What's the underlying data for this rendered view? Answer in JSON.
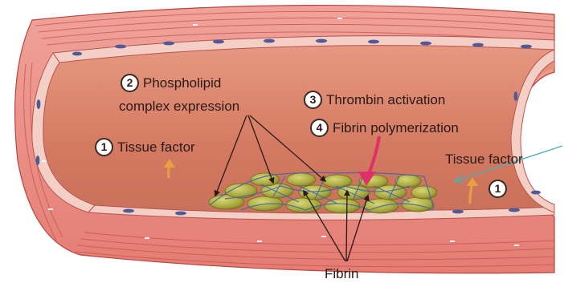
{
  "labels": {
    "phospholipid": {
      "num": "2",
      "line1": "Phospholipid",
      "line2": "complex expression"
    },
    "thrombin": {
      "num": "3",
      "text": "Thrombin activation"
    },
    "fibrin_poly": {
      "num": "4",
      "text": "Fibrin polymerization"
    },
    "tissue_factor_left": {
      "num": "1",
      "text": "Tissue factor"
    },
    "tissue_factor_right": {
      "num": "1",
      "text": "Tissue factor"
    },
    "fibrin": "Fibrin"
  },
  "colors": {
    "vessel_wall": "#e8807a",
    "lumen": "#d6836a",
    "endothelium": "#f4d4cc",
    "nucleus": "#4f5a9a",
    "platelet": "#a8a83e",
    "fibrin_strands": "#3f66a8",
    "thrombin_arrow": "#e0306a",
    "tissue_factor_arrow": "#e8a040",
    "annotation_arrow": "#4ab0b8"
  }
}
